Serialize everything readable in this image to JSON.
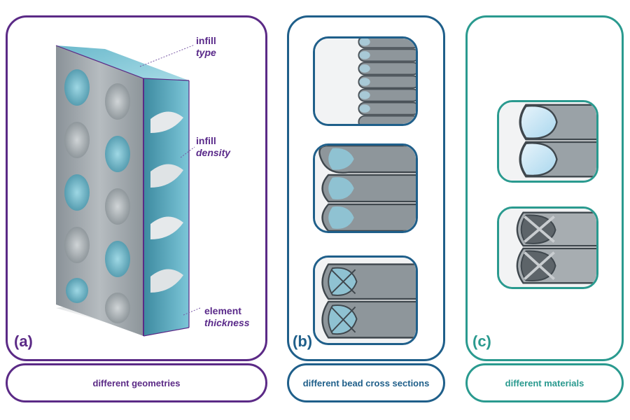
{
  "colors": {
    "panel_a": "#5b2a86",
    "panel_b": "#1f5f8a",
    "panel_c": "#2a9a8f"
  },
  "panel_a": {
    "label": "(a)",
    "caption": "different geometries",
    "annotations": [
      {
        "word": "infill",
        "italic": "type"
      },
      {
        "word": "infill",
        "italic": "density"
      },
      {
        "word": "element",
        "italic": "thickness"
      }
    ]
  },
  "panel_b": {
    "label": "(b)",
    "caption": "different bead cross sections"
  },
  "panel_c": {
    "label": "(c)",
    "caption": "different materials"
  }
}
